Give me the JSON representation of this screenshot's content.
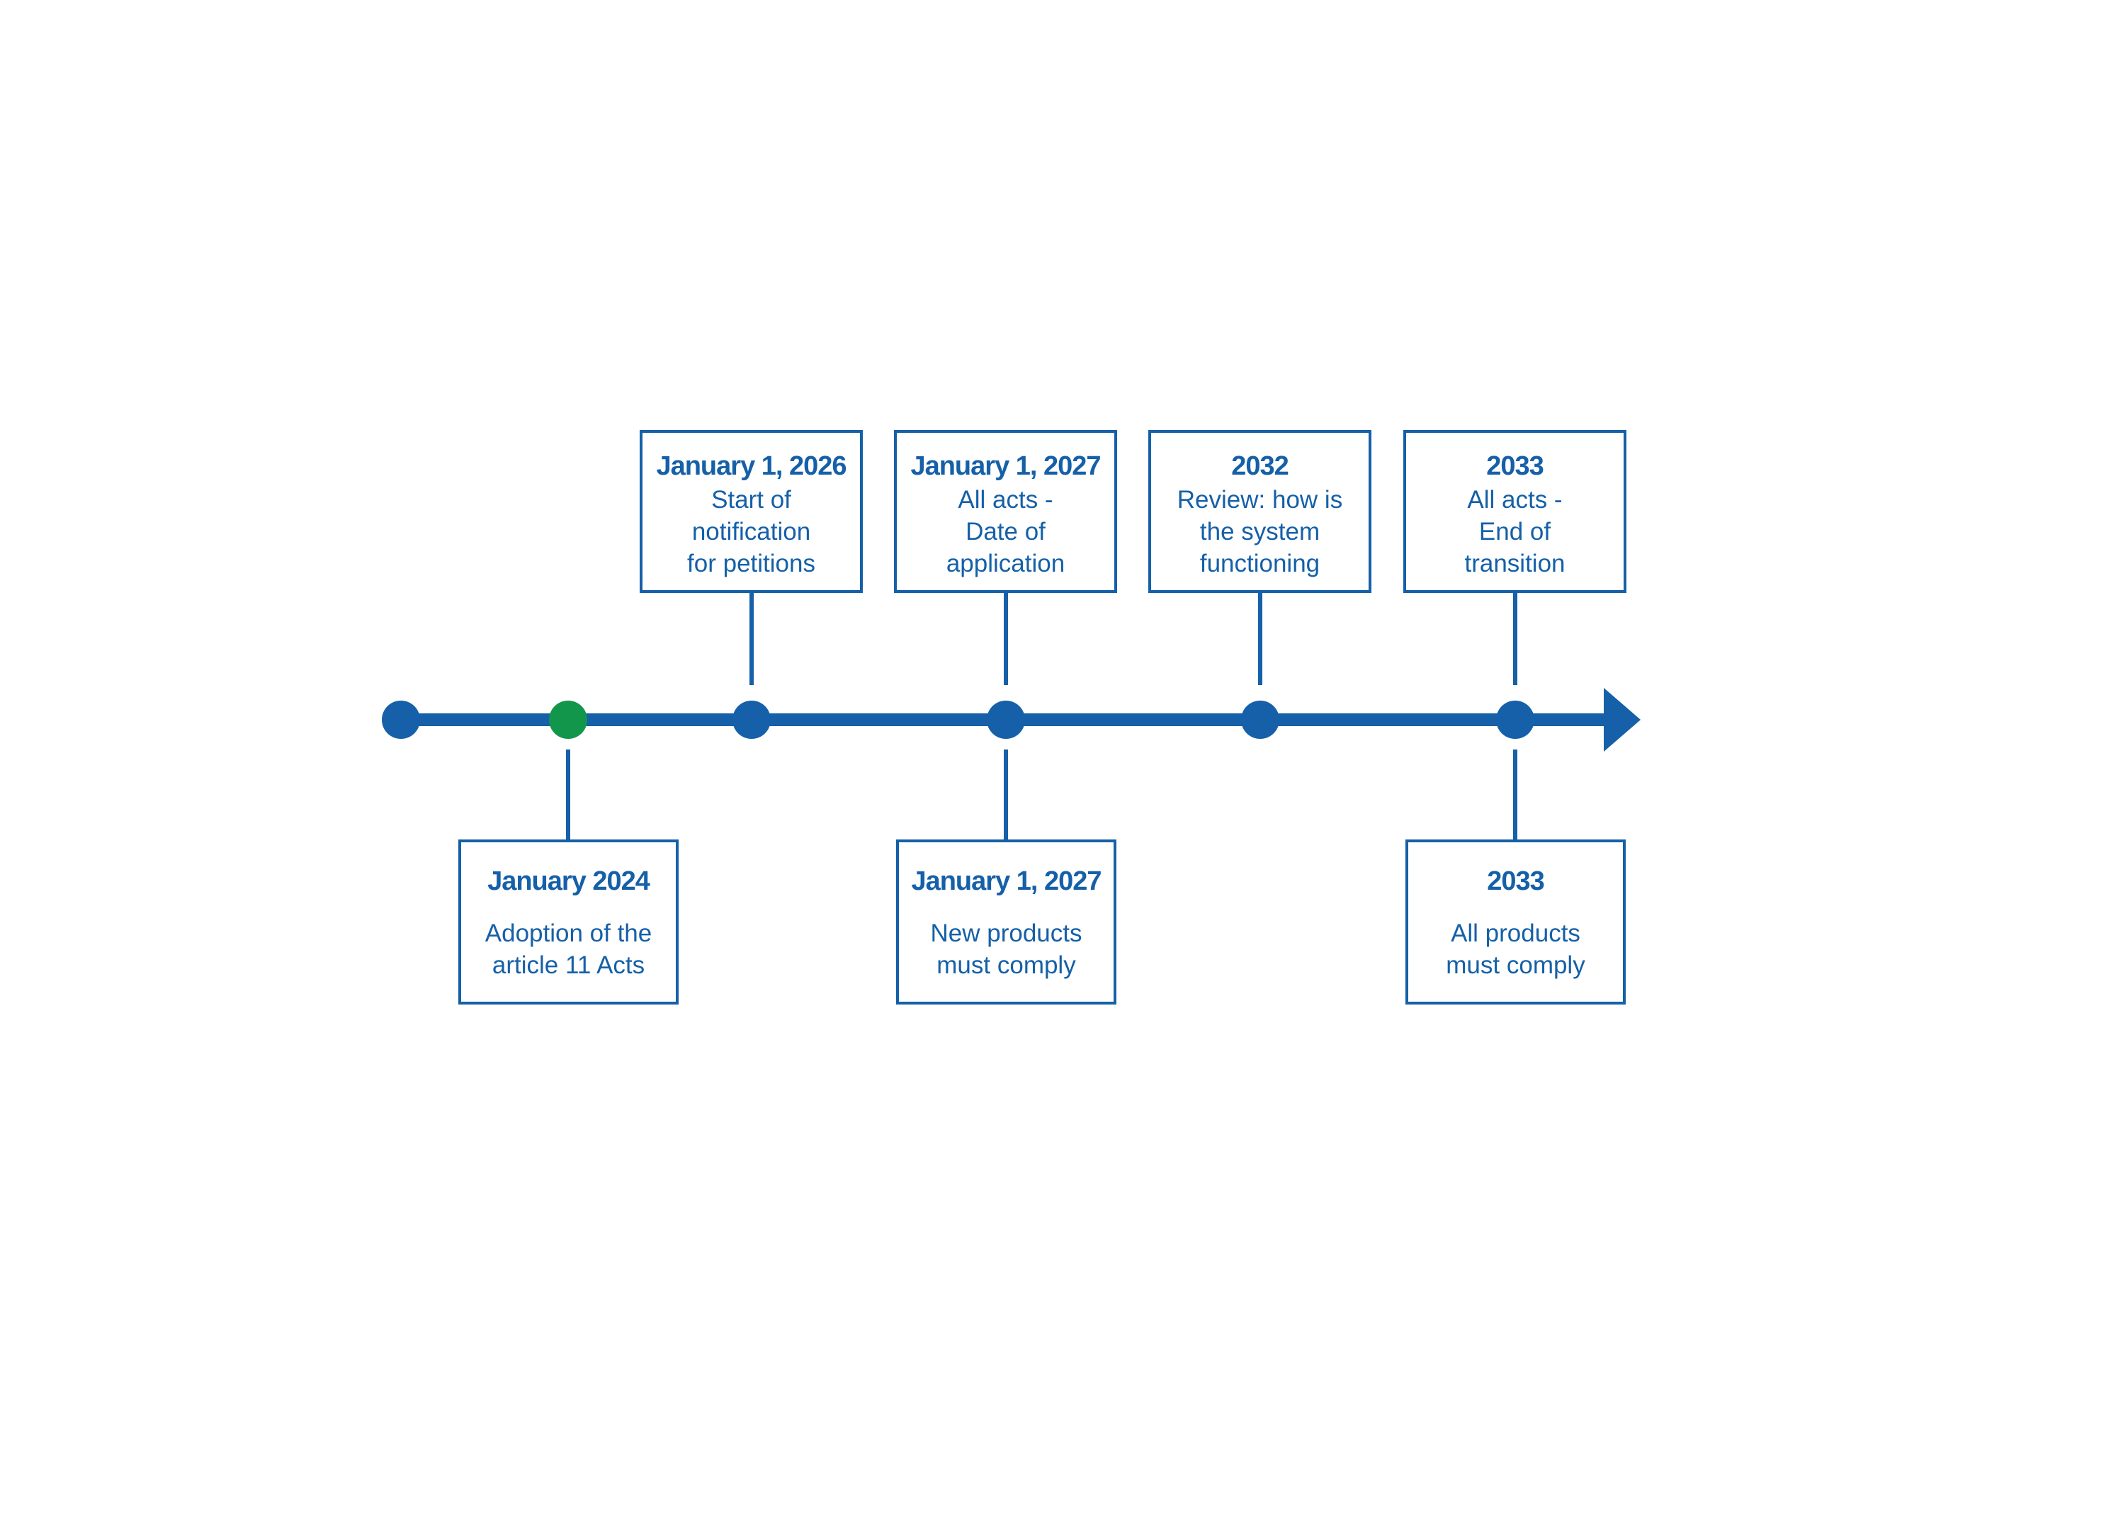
{
  "colors": {
    "primary_blue": "#1560A8",
    "highlight_green": "#12964B",
    "background": "#FFFFFF"
  },
  "timeline": {
    "type": "horizontal-arrow-timeline",
    "direction": "left-to-right",
    "dots": [
      {
        "color": "blue",
        "label": "start"
      },
      {
        "color": "green",
        "label": "January 2024"
      },
      {
        "color": "blue",
        "label": "January 1, 2026"
      },
      {
        "color": "blue",
        "label": "January 1, 2027"
      },
      {
        "color": "blue",
        "label": "2032"
      },
      {
        "color": "blue",
        "label": "2033"
      }
    ],
    "events_above": [
      {
        "title": "January 1, 2026",
        "lines": [
          "Start of",
          "notification",
          "for petitions"
        ]
      },
      {
        "title": "January 1, 2027",
        "lines": [
          "All acts -",
          "Date of",
          "application"
        ]
      },
      {
        "title": "2032",
        "lines": [
          "Review: how is",
          "the system",
          "functioning"
        ]
      },
      {
        "title": "2033",
        "lines": [
          "All acts -",
          "End of",
          "transition"
        ]
      }
    ],
    "events_below": [
      {
        "title": "January 2024",
        "lines": [
          "Adoption of the",
          "article 11 Acts"
        ]
      },
      {
        "title": "January 1, 2027",
        "lines": [
          "New products",
          "must comply"
        ]
      },
      {
        "title": "2033",
        "lines": [
          "All products",
          "must comply"
        ]
      }
    ]
  }
}
